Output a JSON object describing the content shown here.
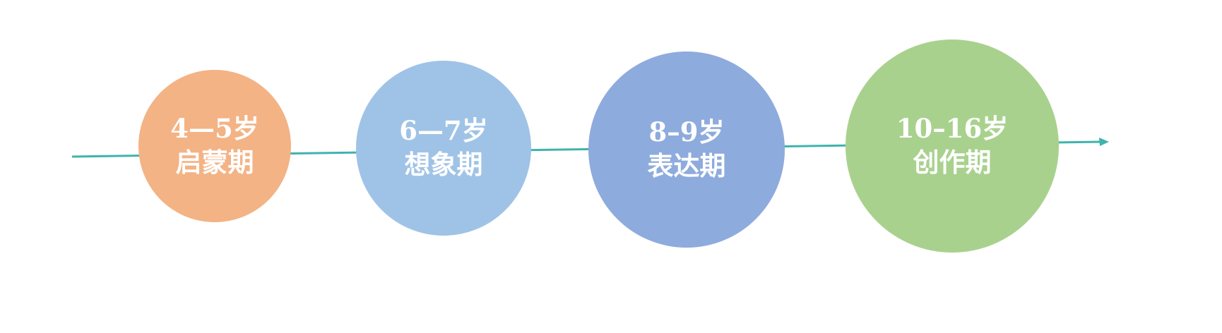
{
  "colors": {
    "timeline": "#3fb3ad",
    "text": "#ffffff"
  },
  "stages": [
    {
      "age": "4—5岁",
      "label": "启蒙期",
      "color": "#f3b385"
    },
    {
      "age": "6—7岁",
      "label": "想象期",
      "color": "#9fc3e6"
    },
    {
      "age": "8–9岁",
      "label": "表达期",
      "color": "#8eabdd"
    },
    {
      "age": "10–16岁",
      "label": "创作期",
      "color": "#a9d18e"
    }
  ]
}
